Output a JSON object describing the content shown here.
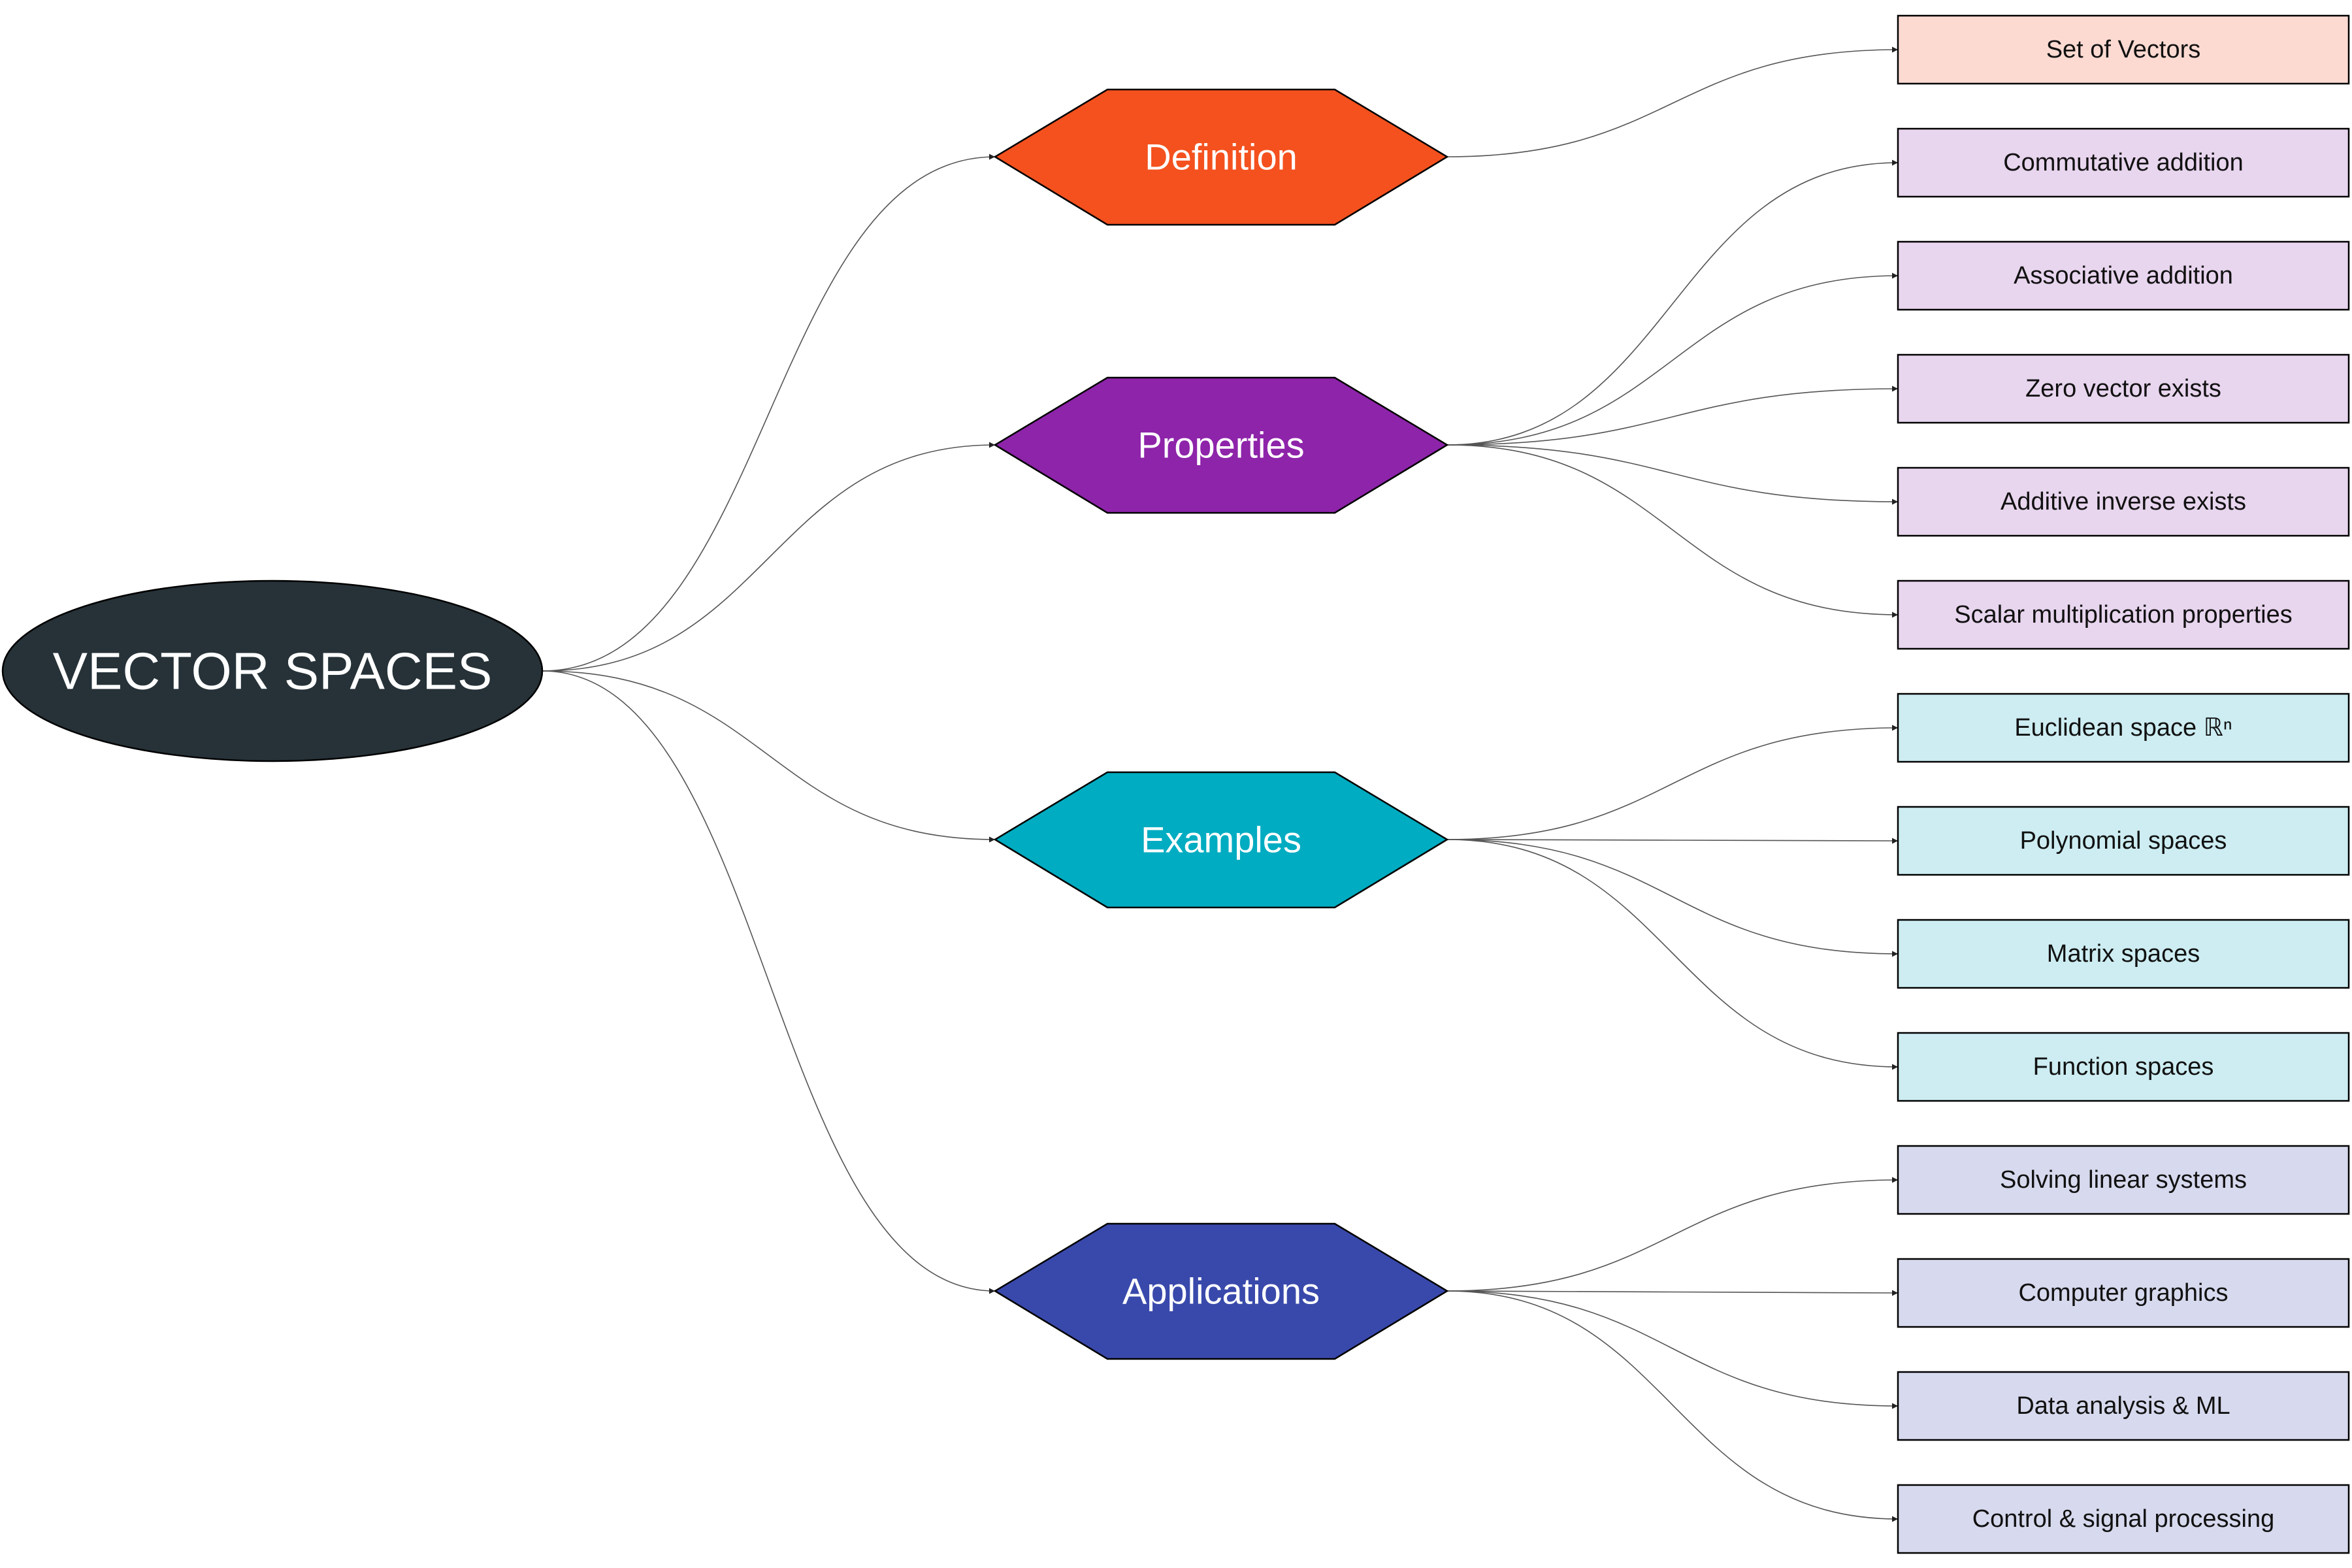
{
  "root": {
    "label": "VECTOR SPACES",
    "fill": "#263238"
  },
  "branches": [
    {
      "id": "definition",
      "label": "Definition",
      "fill": "#F4511E",
      "leaf_fill": "#FCDAD2",
      "leaves": [
        "Set of Vectors"
      ]
    },
    {
      "id": "properties",
      "label": "Properties",
      "fill": "#8E24AA",
      "leaf_fill": "#E8D5EE",
      "leaves": [
        "Commutative addition",
        "Associative addition",
        "Zero vector exists",
        "Additive inverse exists",
        "Scalar multiplication properties"
      ]
    },
    {
      "id": "examples",
      "label": "Examples",
      "fill": "#00ACC1",
      "leaf_fill": "#CDEDF2",
      "leaves": [
        "Euclidean space ℝⁿ",
        "Polynomial spaces",
        "Matrix spaces",
        "Function spaces"
      ]
    },
    {
      "id": "applications",
      "label": "Applications",
      "fill": "#3949AB",
      "leaf_fill": "#D7D9EE",
      "leaves": [
        "Solving linear systems",
        "Computer graphics",
        "Data analysis & ML",
        "Control & signal processing"
      ]
    }
  ],
  "edge_color": "#555555"
}
